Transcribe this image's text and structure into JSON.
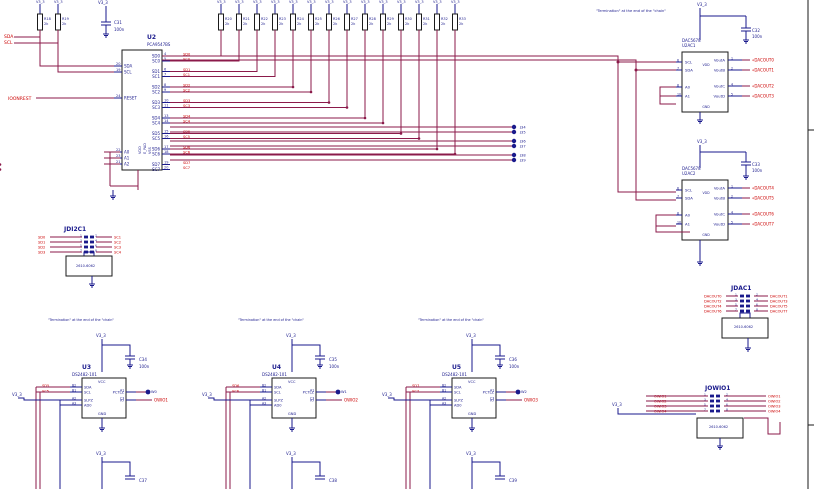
{
  "rail": "V3_3",
  "termination_note": "\"Termination\" at the end of the \"chain\"",
  "u2": {
    "ref": "U2",
    "part": "PCA9547BS",
    "left_pins": [
      [
        "20",
        "SDA"
      ],
      [
        "19",
        "SCL"
      ],
      [
        "24",
        "RESET"
      ],
      [
        "22",
        "A0"
      ],
      [
        "23",
        "A1"
      ],
      [
        "21",
        "A2"
      ]
    ],
    "right_pins": [
      [
        "4",
        "SD0"
      ],
      [
        "5",
        "SC0"
      ],
      [
        "6",
        "SD1"
      ],
      [
        "7",
        "SC1"
      ],
      [
        "8",
        "SD2"
      ],
      [
        "9",
        "SC2"
      ],
      [
        "10",
        "SD3"
      ],
      [
        "11",
        "SC3"
      ],
      [
        "13",
        "SD4"
      ],
      [
        "14",
        "SC4"
      ],
      [
        "15",
        "SD5"
      ],
      [
        "16",
        "SC5"
      ],
      [
        "17",
        "SD6"
      ],
      [
        "18",
        "SC6"
      ],
      [
        "19",
        "SD7"
      ],
      [
        "20",
        "SC7"
      ]
    ],
    "power_labels": [
      "VDD",
      "VSS",
      "E_PAD"
    ],
    "net_sd": [
      "SD0",
      "SD1",
      "SD2",
      "SD3",
      "SD4",
      "SD5",
      "SD6",
      "SD7"
    ],
    "net_sc": [
      "SC0",
      "SC1",
      "SC2",
      "SC3",
      "SC4",
      "SC5",
      "SC6",
      "SC7"
    ],
    "ic_nets": [
      "SDA",
      "SCL",
      "IOONREST"
    ],
    "c31": {
      "ref": "C31",
      "val": "100n"
    }
  },
  "resistors": {
    "refs": [
      "R18",
      "R19",
      "R20",
      "R21",
      "R22",
      "R23",
      "R24",
      "R25",
      "R26",
      "R27",
      "R28",
      "R29",
      "R30",
      "R31",
      "R32",
      "R33"
    ],
    "value": "2k"
  },
  "jumpers": [
    {
      "ref": "J34",
      "pins": [
        "J34",
        "J35"
      ]
    },
    {
      "ref": "J36",
      "pins": [
        "J36",
        "J37"
      ]
    },
    {
      "ref": "J38",
      "pins": [
        "J38",
        "J39"
      ]
    }
  ],
  "jdi2c1": {
    "ref": "JDI2C1",
    "part": "2610-6062",
    "left": [
      "SD0",
      "SD1",
      "SD2",
      "SD3"
    ],
    "right": [
      "SC1",
      "SC2",
      "SC3",
      "SC4"
    ]
  },
  "dac1": {
    "ref": "U2AC1",
    "part": "DAC5678",
    "pins_left": [
      [
        "6",
        "SCL"
      ],
      [
        "7",
        "SDA"
      ],
      [
        "8",
        "A0"
      ],
      [
        "10",
        "A1"
      ]
    ],
    "pins_right": [
      [
        "1",
        "VoutA"
      ],
      [
        "2",
        "VoutB"
      ],
      [
        "4",
        "VoutC"
      ],
      [
        "5",
        "VoutD"
      ]
    ],
    "outs": [
      "DACOUT0",
      "DACOUT1",
      "DACOUT2",
      "DACOUT3"
    ],
    "cap": {
      "ref": "C32",
      "val": "100n"
    }
  },
  "dac2": {
    "ref": "U2AC2",
    "part": "DAC5678",
    "pins_left": [
      [
        "6",
        "SCL"
      ],
      [
        "7",
        "SDA"
      ],
      [
        "8",
        "A0"
      ],
      [
        "10",
        "A1"
      ]
    ],
    "pins_right": [
      [
        "1",
        "VoutA"
      ],
      [
        "2",
        "VoutB"
      ],
      [
        "4",
        "VoutC"
      ],
      [
        "5",
        "VoutD"
      ]
    ],
    "outs": [
      "DACOUT4",
      "DACOUT5",
      "DACOUT6",
      "DACOUT7"
    ],
    "cap": {
      "ref": "C33",
      "val": "100n"
    }
  },
  "jdac1": {
    "ref": "JDAC1",
    "part": "2610-6062",
    "left": [
      "DACOUT0",
      "DACOUT2",
      "DACOUT4",
      "DACOUT6"
    ],
    "right": [
      "DACOUT1",
      "DACOUT3",
      "DACOUT5",
      "DACOUT7"
    ]
  },
  "jowio1": {
    "ref": "JOWIO1",
    "part": "2610-6062",
    "left": [
      "OWIO1",
      "OWIO2",
      "OWIO3",
      "OWIO4"
    ],
    "right": [
      "OWIO1",
      "OWIO2",
      "OWIO3",
      "OWIO4"
    ]
  },
  "ow_ics": [
    {
      "ref": "U3",
      "part": "DS2482-101",
      "cap": "C34",
      "val": "100n",
      "tp": "W0",
      "net_sd": "SD5",
      "net_sc": "SC5",
      "out": "OWIO1",
      "lower_cap": "C37"
    },
    {
      "ref": "U4",
      "part": "DS2482-101",
      "cap": "C35",
      "val": "100n",
      "tp": "W1",
      "net_sd": "SD6",
      "net_sc": "SC6",
      "out": "OWIO2",
      "lower_cap": "C38"
    },
    {
      "ref": "U5",
      "part": "DS2482-101",
      "cap": "C36",
      "val": "100n",
      "tp": "W2",
      "net_sd": "SD7",
      "net_sc": "SC7",
      "out": "OWIO3",
      "lower_cap": "C39"
    }
  ],
  "ow_pins_left": [
    [
      "B2",
      "SDA"
    ],
    [
      "B1",
      "SCL"
    ],
    [
      "A2",
      "SLPZ"
    ],
    [
      "A3",
      "AD0"
    ]
  ],
  "ow_pins_right": [
    [
      "A1",
      "PCTLZ"
    ],
    [
      "C3",
      "IO"
    ]
  ],
  "ow_pin_labels": [
    "VCC",
    "GND",
    "B3",
    "C2"
  ]
}
